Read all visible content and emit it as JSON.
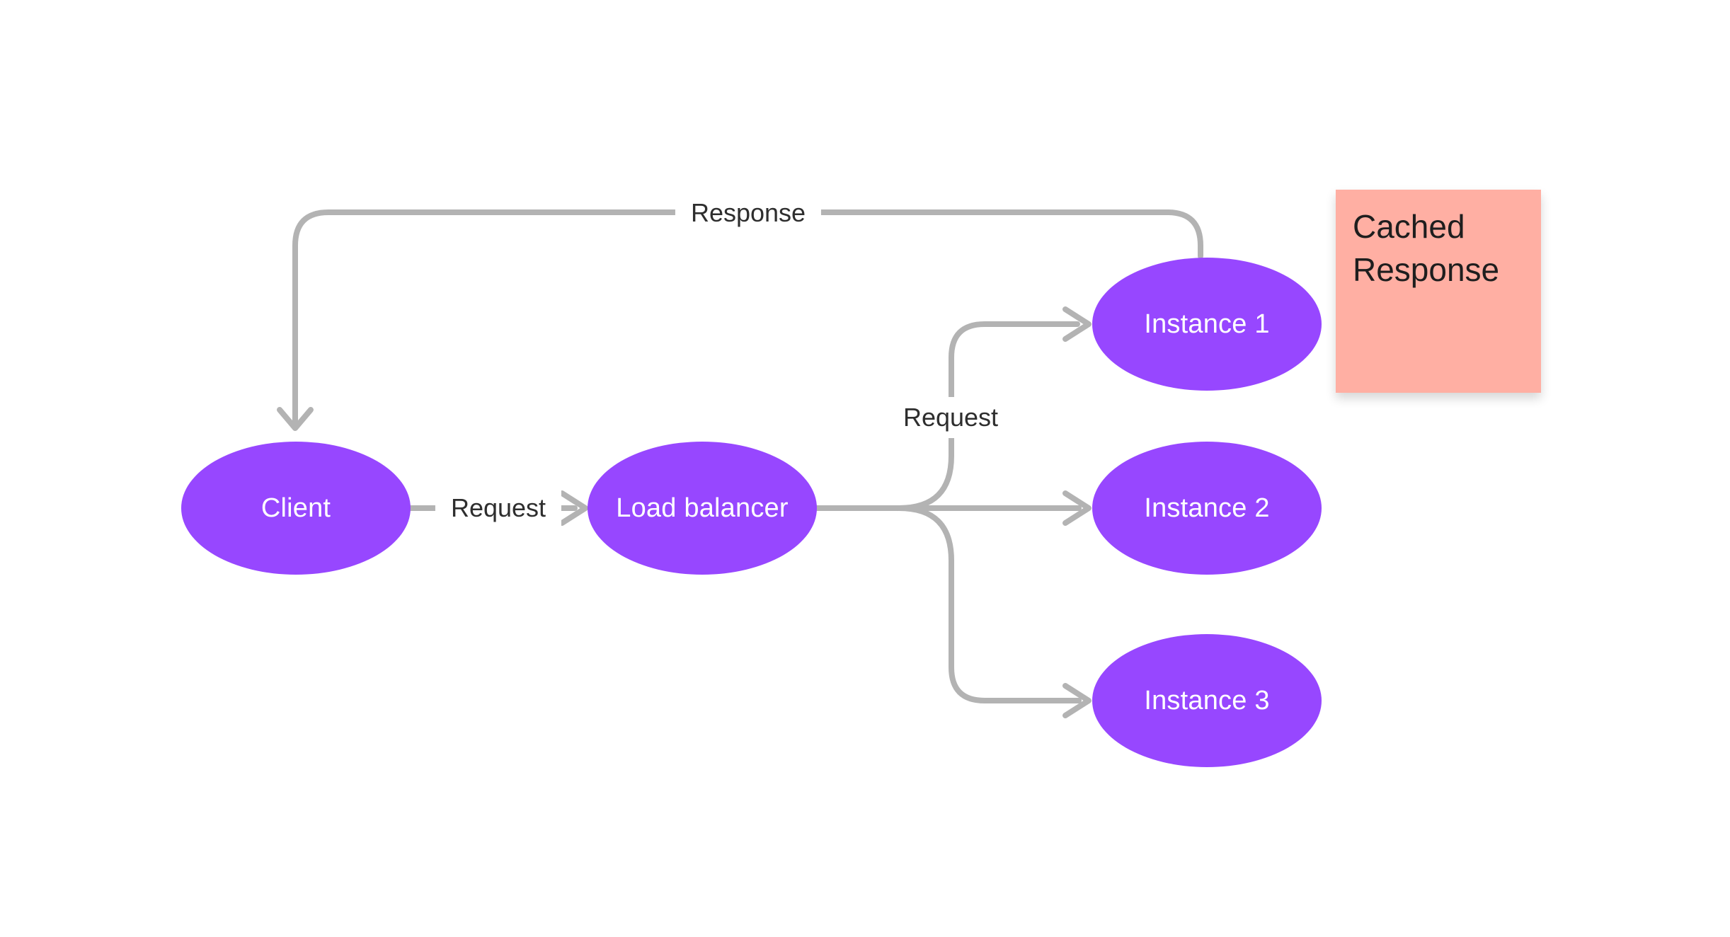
{
  "nodes": {
    "client": {
      "label": "Client"
    },
    "load_balancer": {
      "label": "Load balancer"
    },
    "instance_1": {
      "label": "Instance 1"
    },
    "instance_2": {
      "label": "Instance 2"
    },
    "instance_3": {
      "label": "Instance 3"
    }
  },
  "edges": {
    "client_to_lb": {
      "label": "Request"
    },
    "lb_to_instances": {
      "label": "Request"
    },
    "instance1_to_client": {
      "label": "Response"
    }
  },
  "sticky": {
    "text": "Cached Response"
  },
  "colors": {
    "node_fill": "#9747FF",
    "node_text": "#FFFFFF",
    "connector": "#B3B3B3",
    "label_text": "#2E2E2E",
    "sticky_fill": "#FFAFA3",
    "sticky_text": "#1E1E1E",
    "canvas_bg": "#FFFFFF"
  }
}
